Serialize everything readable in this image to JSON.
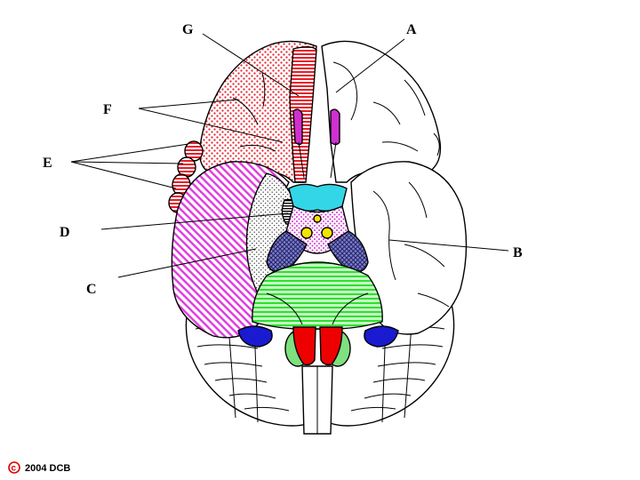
{
  "labels": {
    "A": "A",
    "B": "B",
    "C": "C",
    "D": "D",
    "E": "E",
    "F": "F",
    "G": "G"
  },
  "copyright": {
    "symbol": "c",
    "text": "2004 DCB"
  },
  "colors": {
    "frontal_lobe_red": "#e8202a",
    "temporal_lobe_magenta": "#e040e0",
    "olfactory_tract_magenta": "#d030d0",
    "optic_chiasm_cyan": "#33d6e6",
    "mammillary_yellow": "#f5e400",
    "cerebral_peduncle_blue": "#3a3aa0",
    "pons_green": "#2ee02e",
    "flocculus_blue": "#1a1ad0",
    "pyramid_red": "#ee0000",
    "olive_green": "#7ee07e",
    "copyright_red": "#e00000"
  }
}
